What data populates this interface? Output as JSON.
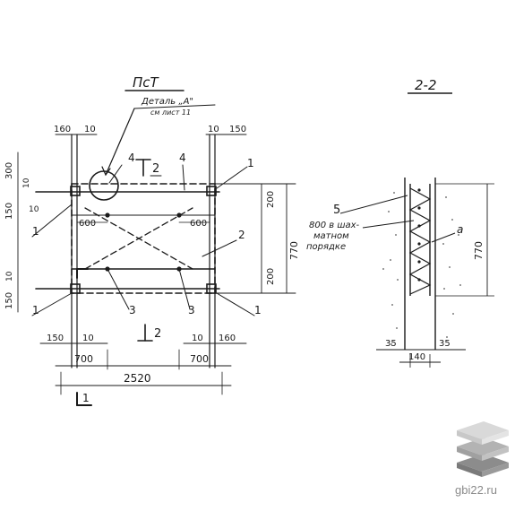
{
  "drawing": {
    "plan_title": "ПсТ",
    "detail_ref_line1": "Деталь „А\"",
    "detail_ref_line2": "см лист 11",
    "section_title": "2-2",
    "section_mark": "2",
    "cut_mark": "1",
    "labels": {
      "top_left_pair": [
        "160",
        "10"
      ],
      "top_right_pair": [
        "10",
        "150"
      ],
      "left_top_stack": [
        "300",
        "10"
      ],
      "left_150": "150",
      "left_10": "10",
      "left_10_lower": "10",
      "left_150_lower": "150",
      "inner_600_left": "600",
      "inner_600_right": "600",
      "right_200_top": "200",
      "right_200_bottom": "200",
      "right_770": "770",
      "bottom_150_left": "150",
      "bottom_10_left": "10",
      "bottom_10_right": "10",
      "bottom_160_right": "160",
      "bottom_700_left": "700",
      "bottom_700_right": "700",
      "overall_2520": "2520",
      "callout_1": "1",
      "callout_2": "2",
      "callout_3": "3",
      "callout_4": "4",
      "callout_5": "5",
      "callout_a": "а",
      "note_line1": "800 в шах-",
      "note_line2": "матном",
      "note_line3": "порядке",
      "sec_770": "770",
      "sec_35_left": "35",
      "sec_35_right": "35",
      "sec_140": "140"
    }
  },
  "watermark": {
    "text": "gbi22.ru",
    "icon": "stacked-slabs-icon",
    "colors": {
      "top": "#d9d9d9",
      "mid": "#b3b3b3",
      "bottom": "#8c8c8c"
    }
  }
}
